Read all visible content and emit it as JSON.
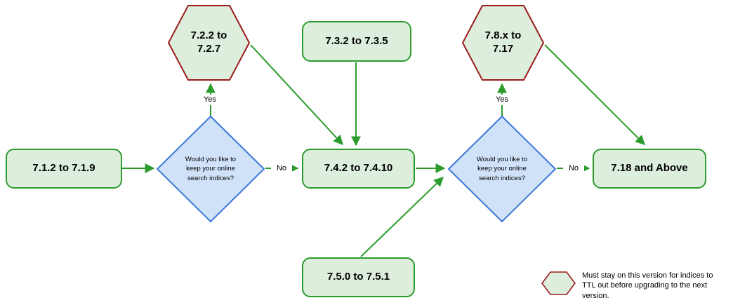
{
  "diagram": {
    "nodes": {
      "v712": "7.1.2 to 7.1.9",
      "v722": "7.2.2 to\n7.2.7",
      "v732": "7.3.2 to 7.3.5",
      "v742": "7.4.2 to 7.4.10",
      "v750": "7.5.0 to 7.5.1",
      "v78x": "7.8.x to\n7.17",
      "v718": "7.18 and Above",
      "decision_question": "Would you like to keep your online search indices?"
    },
    "edge_labels": {
      "yes": "Yes",
      "no": "No"
    },
    "legend": {
      "text": "Must stay on this version for indices to TTL out before upgrading to the next version."
    },
    "colors": {
      "node_fill": "#ddeedd",
      "node_stroke": "#2b9c2b",
      "hexagon_stroke": "#9b1b1b",
      "decision_fill": "#cfe2f8",
      "decision_stroke": "#3c78d8",
      "arrow": "#2b9c2b",
      "text": "#000000"
    }
  }
}
